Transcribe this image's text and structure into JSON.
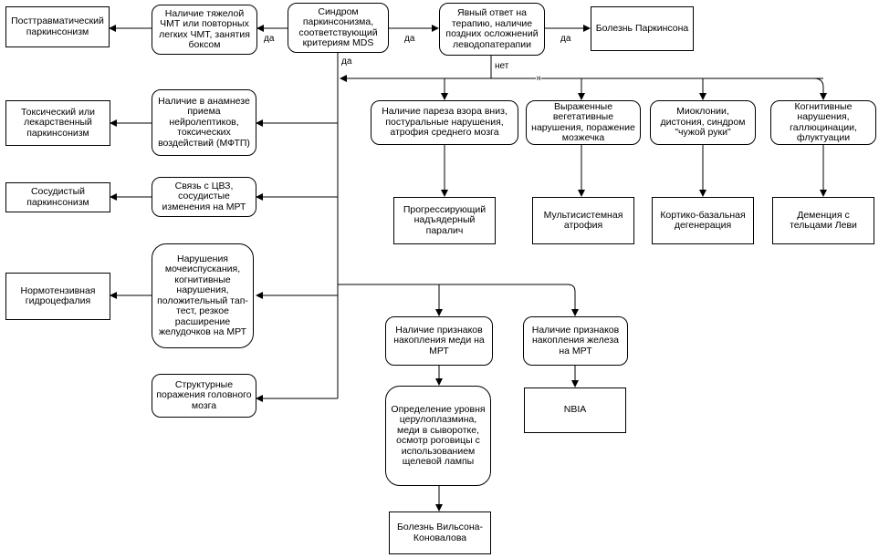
{
  "nodes": {
    "mds": "Синдром паркинсонизма, соответствующий критериям MDS",
    "response": "Явный ответ на терапию, наличие поздних осложнений леводопатерапии",
    "pd": "Болезнь Паркинсона",
    "tbi": "Наличие тяжелой ЧМТ или повторных легких ЧМТ, занятия боксом",
    "post_trauma": "Посттравматический паркинсонизм",
    "neuroleptics": "Наличие в анамнезе приема нейролептиков, токсических воздействий (МФТП)",
    "toxic": "Токсический или лекарственный паркинсонизм",
    "cvd": "Связь с ЦВЗ, сосудистые изменения на МРТ",
    "vascular": "Сосудистый паркинсонизм",
    "nph_signs": "Нарушения мочеиспускания, когнитивные нарушения, положительный тап-тест, резкое расширение желудочков на МРТ",
    "nph": "Нормотензивная гидроцефалия",
    "structural": "Структурные поражения головного мозга",
    "gaze": "Наличие пареза взора вниз, постуральные нарушения, атрофия среднего мозга",
    "psp": "Прогрессирующий надъядерный паралич",
    "autonomic": "Выраженные вегетативные нарушения, поражение мозжечка",
    "msa": "Мультисистемная атрофия",
    "myoclonus": "Миоклонии, дистония, синдром \"чужой руки\"",
    "cbd": "Кортико-базальная дегенерация",
    "cognitive": "Когнитивные нарушения, галлюцинации, флуктуации",
    "dlb": "Деменция с тельцами Леви",
    "copper": "Наличие признаков накопления меди на МРТ",
    "ceruloplasmin": "Определение уровня церулоплазмина, меди в сыворотке, осмотр роговицы с использованием щелевой лампы",
    "wilson": "Болезнь Вильсона-Коновалова",
    "iron": "Наличие признаков накопления железа на МРТ",
    "nbia": "NBIA"
  },
  "edge_labels": {
    "yes_tbi": "да",
    "yes_response": "да",
    "yes_pd": "да",
    "yes_down": "да",
    "no": "нет",
    "small_mark": "н"
  }
}
